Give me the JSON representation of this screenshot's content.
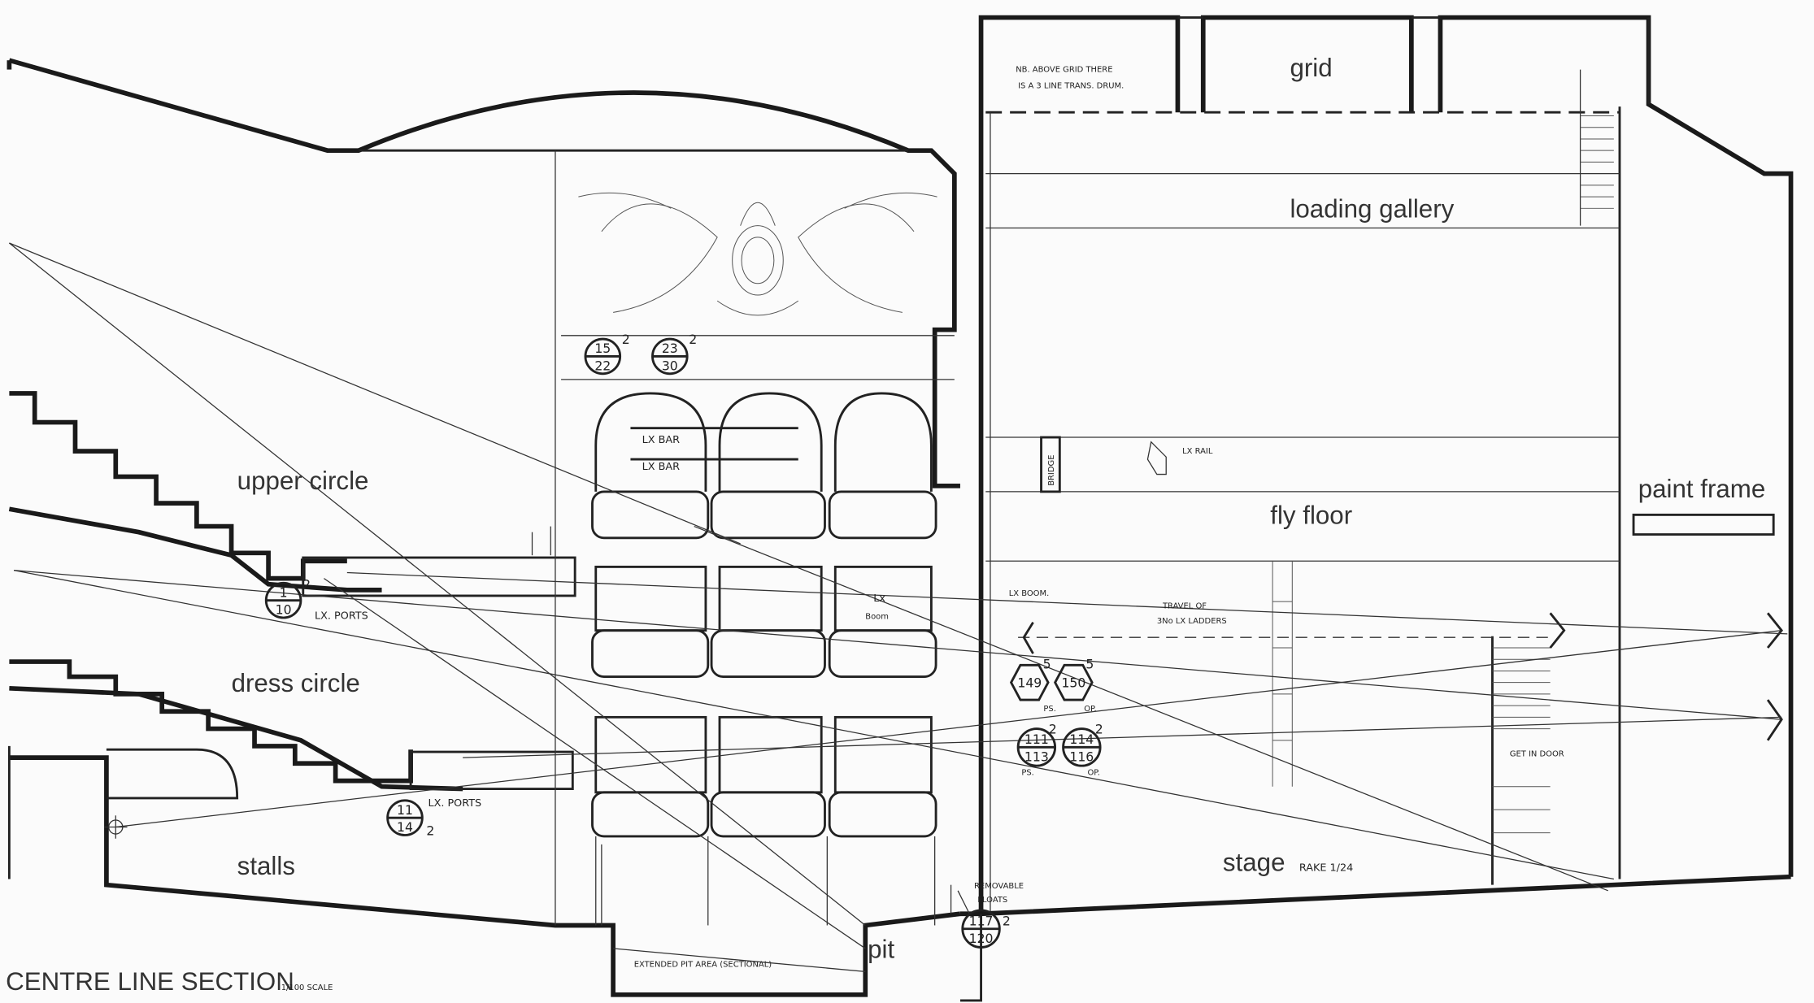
{
  "title": "CENTRE LINE SECTION",
  "scale": "1/100 SCALE",
  "areas": {
    "grid": "grid",
    "loading_gallery": "loading gallery",
    "fly_floor": "fly floor",
    "paint_frame": "paint frame",
    "stage": "stage",
    "stage_rake": "RAKE 1/24",
    "upper_circle": "upper circle",
    "dress_circle": "dress circle",
    "stalls": "stalls",
    "pit": "pit"
  },
  "notes": {
    "nb_line1": "NB. ABOVE GRID THERE",
    "nb_line2": "IS A 3 LINE TRANS. DRUM.",
    "lx_bar": "LX BAR",
    "lx_rail": "LX RAIL",
    "bridge": "BRIDGE",
    "lx_boom": "LX BOOM.",
    "travel_line1": "TRAVEL OF",
    "travel_line2": "3No LX LADDERS",
    "lx_ports": "LX. PORTS",
    "box_lx": "Lx",
    "box_boom": "Boom",
    "get_in_door": "GET IN DOOR",
    "removable_line1": "REMOVABLE",
    "removable_line2": "FLOATS",
    "extended_pit": "EXTENDED PIT AREA (SECTIONAL)",
    "ps": "PS.",
    "op": "OP."
  },
  "markers": {
    "m1": {
      "top": "15",
      "bottom": "22",
      "sup": "2"
    },
    "m2": {
      "top": "23",
      "bottom": "30",
      "sup": "2"
    },
    "m3": {
      "top": "1",
      "bottom": "10",
      "sup": "2"
    },
    "m4": {
      "top": "11",
      "bottom": "14",
      "sup": "2"
    },
    "m5": {
      "top": "111",
      "bottom": "113",
      "sup": "2"
    },
    "m6": {
      "top": "114",
      "bottom": "116",
      "sup": "2"
    },
    "m7": {
      "top": "117",
      "bottom": "120",
      "sup": "2"
    },
    "h1": {
      "value": "149",
      "sup": "5"
    },
    "h2": {
      "value": "150",
      "sup": "5"
    }
  }
}
